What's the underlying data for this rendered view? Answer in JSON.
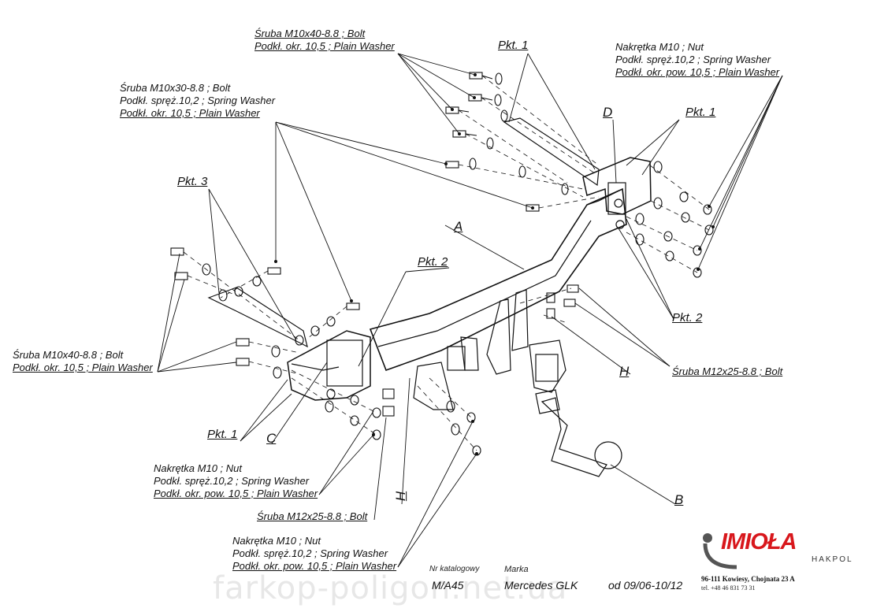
{
  "labels": {
    "bolt_top_1": "Śruba M10x40-8.8 ;  Bolt",
    "washer_top_1": "Podkł. okr. 10,5 ; Plain Washer",
    "bolt_top_2": "Śruba M10x30-8.8 ;  Bolt",
    "spring_top_2": "Podkł. spręż.10,2 ; Spring Washer",
    "washer_top_2": "Podkł. okr. 10,5 ; Plain Washer",
    "nut_right": "Nakrętka  M10 ; Nut",
    "spring_right": "Podkł. spręż.10,2 ; Spring Washer",
    "washer_right": "Podkł. okr. pow. 10,5 ; Plain Washer",
    "bolt_left": "Śruba M10x40-8.8 ;  Bolt",
    "washer_left": "Podkł. okr. 10,5 ; Plain Washer",
    "nut_mid": "Nakrętka  M10 ; Nut",
    "spring_mid": "Podkł. spręż.10,2 ; Spring Washer",
    "washer_mid": "Podkł. okr. pow. 10,5 ; Plain Washer",
    "bolt_m12_mid": "Śruba M12x25-8.8 ;  Bolt",
    "nut_bottom": "Nakrętka  M10 ; Nut",
    "spring_bottom": "Podkł. spręż.10,2 ; Spring Washer",
    "washer_bottom": "Podkł. okr. pow. 10,5 ; Plain Washer",
    "bolt_m12_right": "Śruba M12x25-8.8 ;  Bolt"
  },
  "points": {
    "pkt1_top": "Pkt. 1",
    "pkt1_right": "Pkt. 1",
    "pkt1_left": "Pkt. 1",
    "pkt2_mid": "Pkt. 2",
    "pkt2_right": "Pkt. 2",
    "pkt3": "Pkt. 3"
  },
  "parts": {
    "A": "A",
    "B": "B",
    "C": "C",
    "D": "D",
    "H1": "H",
    "H2": "H"
  },
  "footer": {
    "catalog_label": "Nr katalogowy",
    "catalog_value": "M/A45",
    "brand_label": "Marka",
    "brand_value": "Mercedes GLK",
    "date_value": "od 09/06-10/12",
    "company": "IMIOŁA",
    "company_sub": "HAKPOL",
    "address": "96-111 Kowiesy, Chojnata 23 A",
    "phone": "tel. +48 46 831 73 31",
    "watermark": "farkop-poligon.net.ua"
  }
}
